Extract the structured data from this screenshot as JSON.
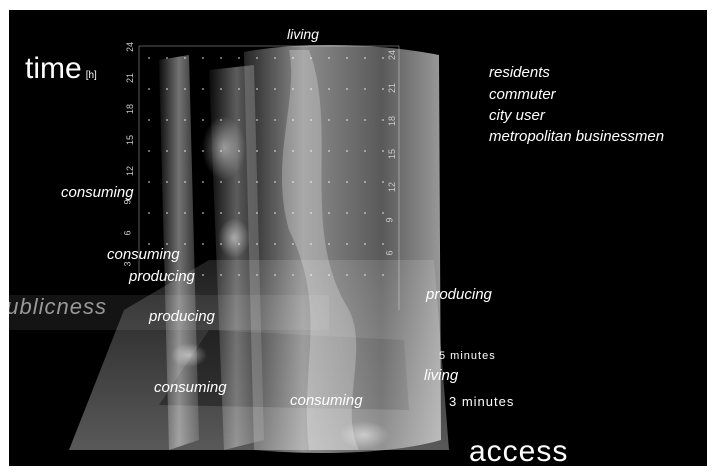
{
  "axes": {
    "time_label": "time",
    "time_unit": "[h]",
    "access_label": "access",
    "publicness_label": "publicness",
    "time_ticks_left": [
      "24",
      "21",
      "18",
      "15",
      "12",
      "9",
      "6",
      "3"
    ],
    "time_ticks_right": [
      "24",
      "21",
      "18",
      "15",
      "12",
      "9",
      "6"
    ]
  },
  "legend": {
    "items": [
      "residents",
      "commuter",
      "city user",
      "metropolitan businessmen"
    ]
  },
  "labels": {
    "living_top": "living",
    "consuming_1": "consuming",
    "consuming_2": "consuming",
    "producing_1": "producing",
    "producing_2": "producing",
    "producing_right": "producing",
    "consuming_bottom_left": "consuming",
    "consuming_bottom_center": "consuming",
    "living_right": "living"
  },
  "access_bands": {
    "band_1": "5 minutes",
    "band_2": "3 minutes"
  },
  "colors": {
    "background": "#000000",
    "text": "#ffffff",
    "translucent_volume": "#d8d8d8"
  }
}
